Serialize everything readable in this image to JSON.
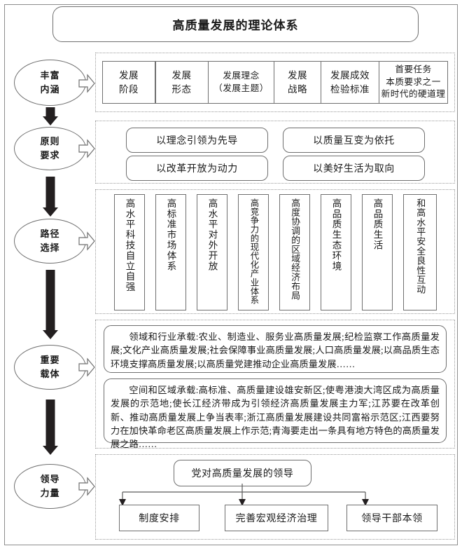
{
  "title": "高质量发展的理论体系",
  "stages": [
    {
      "name": "stage-connotation",
      "line1": "丰富",
      "line2": "内涵"
    },
    {
      "name": "stage-principle",
      "line1": "原则",
      "line2": "要求"
    },
    {
      "name": "stage-path",
      "line1": "路径",
      "line2": "选择"
    },
    {
      "name": "stage-carrier",
      "line1": "重要",
      "line2": "载体"
    },
    {
      "name": "stage-leadership",
      "line1": "领导",
      "line2": "力量"
    }
  ],
  "connotation": {
    "cells": [
      {
        "lines": [
          "发展",
          "阶段"
        ]
      },
      {
        "lines": [
          "发展",
          "形态"
        ]
      },
      {
        "lines": [
          "发展理念",
          "（发展主题）"
        ]
      },
      {
        "lines": [
          "发展",
          "战略"
        ]
      },
      {
        "lines": [
          "发展成效",
          "检验标准"
        ]
      },
      {
        "lines": [
          "首要任务",
          "本质要求之一",
          "新时代的硬道理"
        ]
      }
    ]
  },
  "principles": [
    "以理念引领为先导",
    "以质量互变为依托",
    "以改革开放为动力",
    "以美好生活为取向"
  ],
  "paths": [
    "高水平科技自立自强",
    "高标准市场体系",
    "高水平对外开放",
    "高竞争力的现代化产业体系",
    "高度协调的区域经济布局",
    "高品质生态环境",
    "高品质生活",
    "和高水平安全良性互动"
  ],
  "carriers": [
    "领域和行业承载:农业、制造业、服务业高质量发展;纪检监察工作高质量发展;文化产业高质量发展;社会保障事业高质量发展;人口高质量发展;以高品质生态环境支撑高质量发展;以高质量党建推动企业高质量发展……",
    "空间和区域承载:高标准、高质量建设雄安新区;使粤港澳大湾区成为高质量发展的示范地;使长江经济带成为引领经济高质量发展主力军;江苏要在改革创新、推动高质量发展上争当表率;浙江高质量发展建设共同富裕示范区;江西要努力在加快革命老区高质量发展上作示范;青海要走出一条具有地方特色的高质量发展之路……"
  ],
  "leadership": {
    "top": "党对高质量发展的领导",
    "items": [
      "制度安排",
      "完善宏观经济治理",
      "领导干部本领"
    ]
  },
  "colors": {
    "line": "#6f6f6f",
    "dotted": "#9a9a9a",
    "arrow_fill": "#231f20",
    "background": "#ffffff"
  }
}
